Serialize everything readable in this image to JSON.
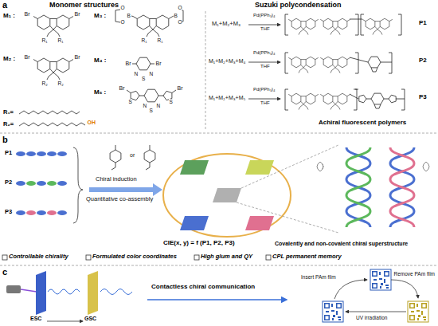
{
  "diagram": {
    "labels": [
      "a",
      "Monomer structures",
      "Suzuki polycondensation",
      "M₁ :",
      "Br",
      "Br",
      "R₁",
      "R₁",
      "M₂ :",
      "Br",
      "Br",
      "R₂",
      "R₂",
      "M₃ :",
      "O",
      "B",
      "O",
      "B",
      "O",
      "O",
      "R₁",
      "R₁",
      "M₄ :",
      "Br",
      "Br",
      "N",
      "S",
      "N",
      "M₅ :",
      "Br",
      "S",
      "S",
      "Br",
      "N",
      "S",
      "N",
      "R₁=",
      "R₂=",
      "OH",
      "M₁+M₂+M₃",
      "Pd(PPh₃)₄",
      "THF",
      "P1",
      "M₁+M₂+M₃+M₄",
      "Pd(PPh₃)₄",
      "THF",
      "P2",
      "M₁+M₂+M₃+M₅",
      "Pd(PPh₃)₄",
      "THF",
      "P3",
      "Achiral fluorescent polymers",
      "b",
      "P1",
      "P2",
      "P3",
      "or",
      "Chiral induction",
      "Quantitative co-assembly",
      "CIE(x, y) = f (P1, P2, P3)",
      "Covalently and non-covalent chiral superstructure",
      "Controllable chirality",
      "Formulated color coordinates",
      "High glum and QY",
      "CPL permanent memory",
      "c",
      "ESC",
      "GSC",
      "Contactless chiral communication",
      "Insert PAm film",
      "Remove PAm film",
      "UV irradiation"
    ]
  }
}
